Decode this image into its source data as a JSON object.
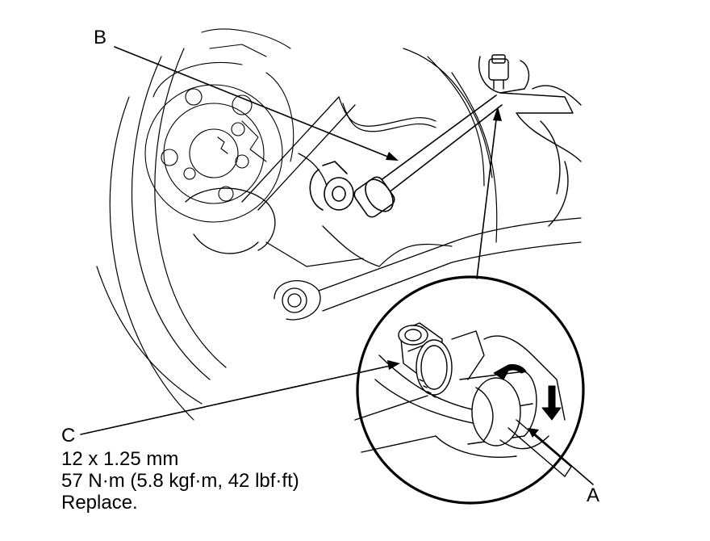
{
  "labels": {
    "a": "A",
    "b": "B",
    "c": "C"
  },
  "spec": {
    "size": "12 x 1.25 mm",
    "torque": "57 N·m (5.8 kgf·m, 42 lbf·ft)",
    "note": "Replace."
  },
  "colors": {
    "ink": "#000000",
    "paper": "#ffffff"
  }
}
